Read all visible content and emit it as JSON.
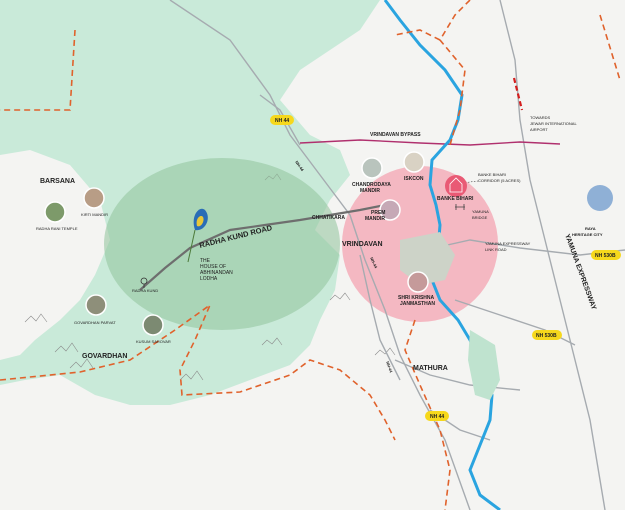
{
  "colors": {
    "land": "#f4f4f2",
    "green_zone": "#c9ead9",
    "green_ellipse": "#8fc39a",
    "pink_circle": "#f4a4b2",
    "river": "#2aa4e0",
    "highway": "#9aa0a6",
    "main_road": "#6e6e6e",
    "bypass": "#b0306e",
    "boundary": "#e0622c",
    "badge": "#f6d81c"
  },
  "places": {
    "barsana": "BARSANA",
    "govardhan": "GOVARDHAN",
    "vrindavan": "VRINDAVAN",
    "mathura": "MATHURA",
    "chhatikara": "CHHATIKARA",
    "radha_kund_road": "RADHA KUND ROAD",
    "radha_kund": "RADHA KUND",
    "vrindavan_bypass": "VRINDAVAN BYPASS",
    "yamuna_expressway": "YAMUNA EXPRESSWAY",
    "raya_heritage": [
      "RAYA",
      "HERITAGE CITY"
    ],
    "yamuna_bridge": [
      "YAMUNA",
      "BRIDGE"
    ],
    "yamuna_link_road": [
      "YAMUNA EXPRESSWAY",
      "LINK ROAD"
    ],
    "banke_corridor": [
      "BANKE BIHARI",
      "CORRIDOR (5 ACRES)"
    ],
    "towards_airport": [
      "TOWARDS",
      "JEWAR INTERNATIONAL",
      "AIRPORT"
    ],
    "project": [
      "THE",
      "HOUSE OF",
      "ABHINANDAN",
      "LODHA"
    ]
  },
  "landmarks": {
    "radha_rani_temple": "RADHA RANI TEMPLE",
    "kirti_mandir": "KIRTI MANDIR",
    "govardhan_parvat": "GOVARDHAN PARVAT",
    "kusum_sarovar": "KUSUM SAROVAR",
    "chandrodaya": [
      "CHANDRODAYA",
      "MANDIR"
    ],
    "iskcon": "ISKCON",
    "prem_mandir": [
      "PREM",
      "MANDIR"
    ],
    "banke_bihari": "BANKE BIHARI",
    "shri_krishna": [
      "SHRI KRISHNA",
      "JANMASTHAN"
    ]
  },
  "badges": {
    "nh44_top": "NH 44",
    "nh530b_right": "NH 530B",
    "nh530b_lower": "NH 530B",
    "nh44_bottom": "NH 44"
  },
  "road_labels": {
    "nh44_diag": "NH-44",
    "nh44_mid": "NH-44",
    "nh44_low": "NH-44"
  }
}
